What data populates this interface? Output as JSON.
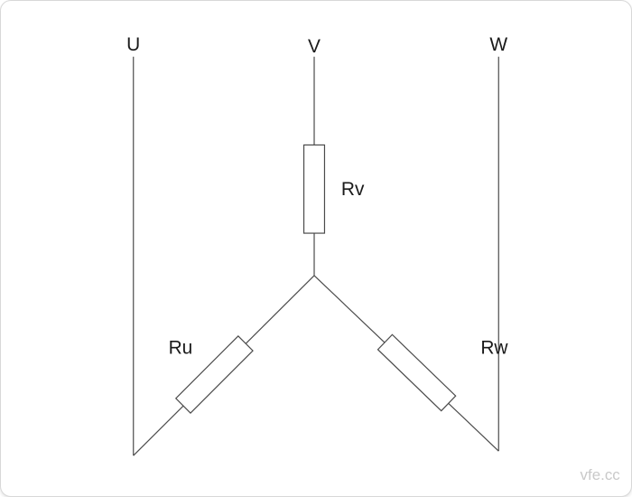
{
  "figure": {
    "type": "circuit-diagram",
    "description": "Three-phase star (Y) connection of three resistors",
    "terminals": {
      "u": "U",
      "v": "V",
      "w": "W"
    },
    "resistors": {
      "ru": "Ru",
      "rv": "Rv",
      "rw": "Rw"
    },
    "watermark": "vfe.cc",
    "colors": {
      "line": "#4a4a4a",
      "label": "#1a1a1a",
      "watermark": "#c9c9c9",
      "background": "#ffffff",
      "border": "#d8d8d8"
    }
  }
}
